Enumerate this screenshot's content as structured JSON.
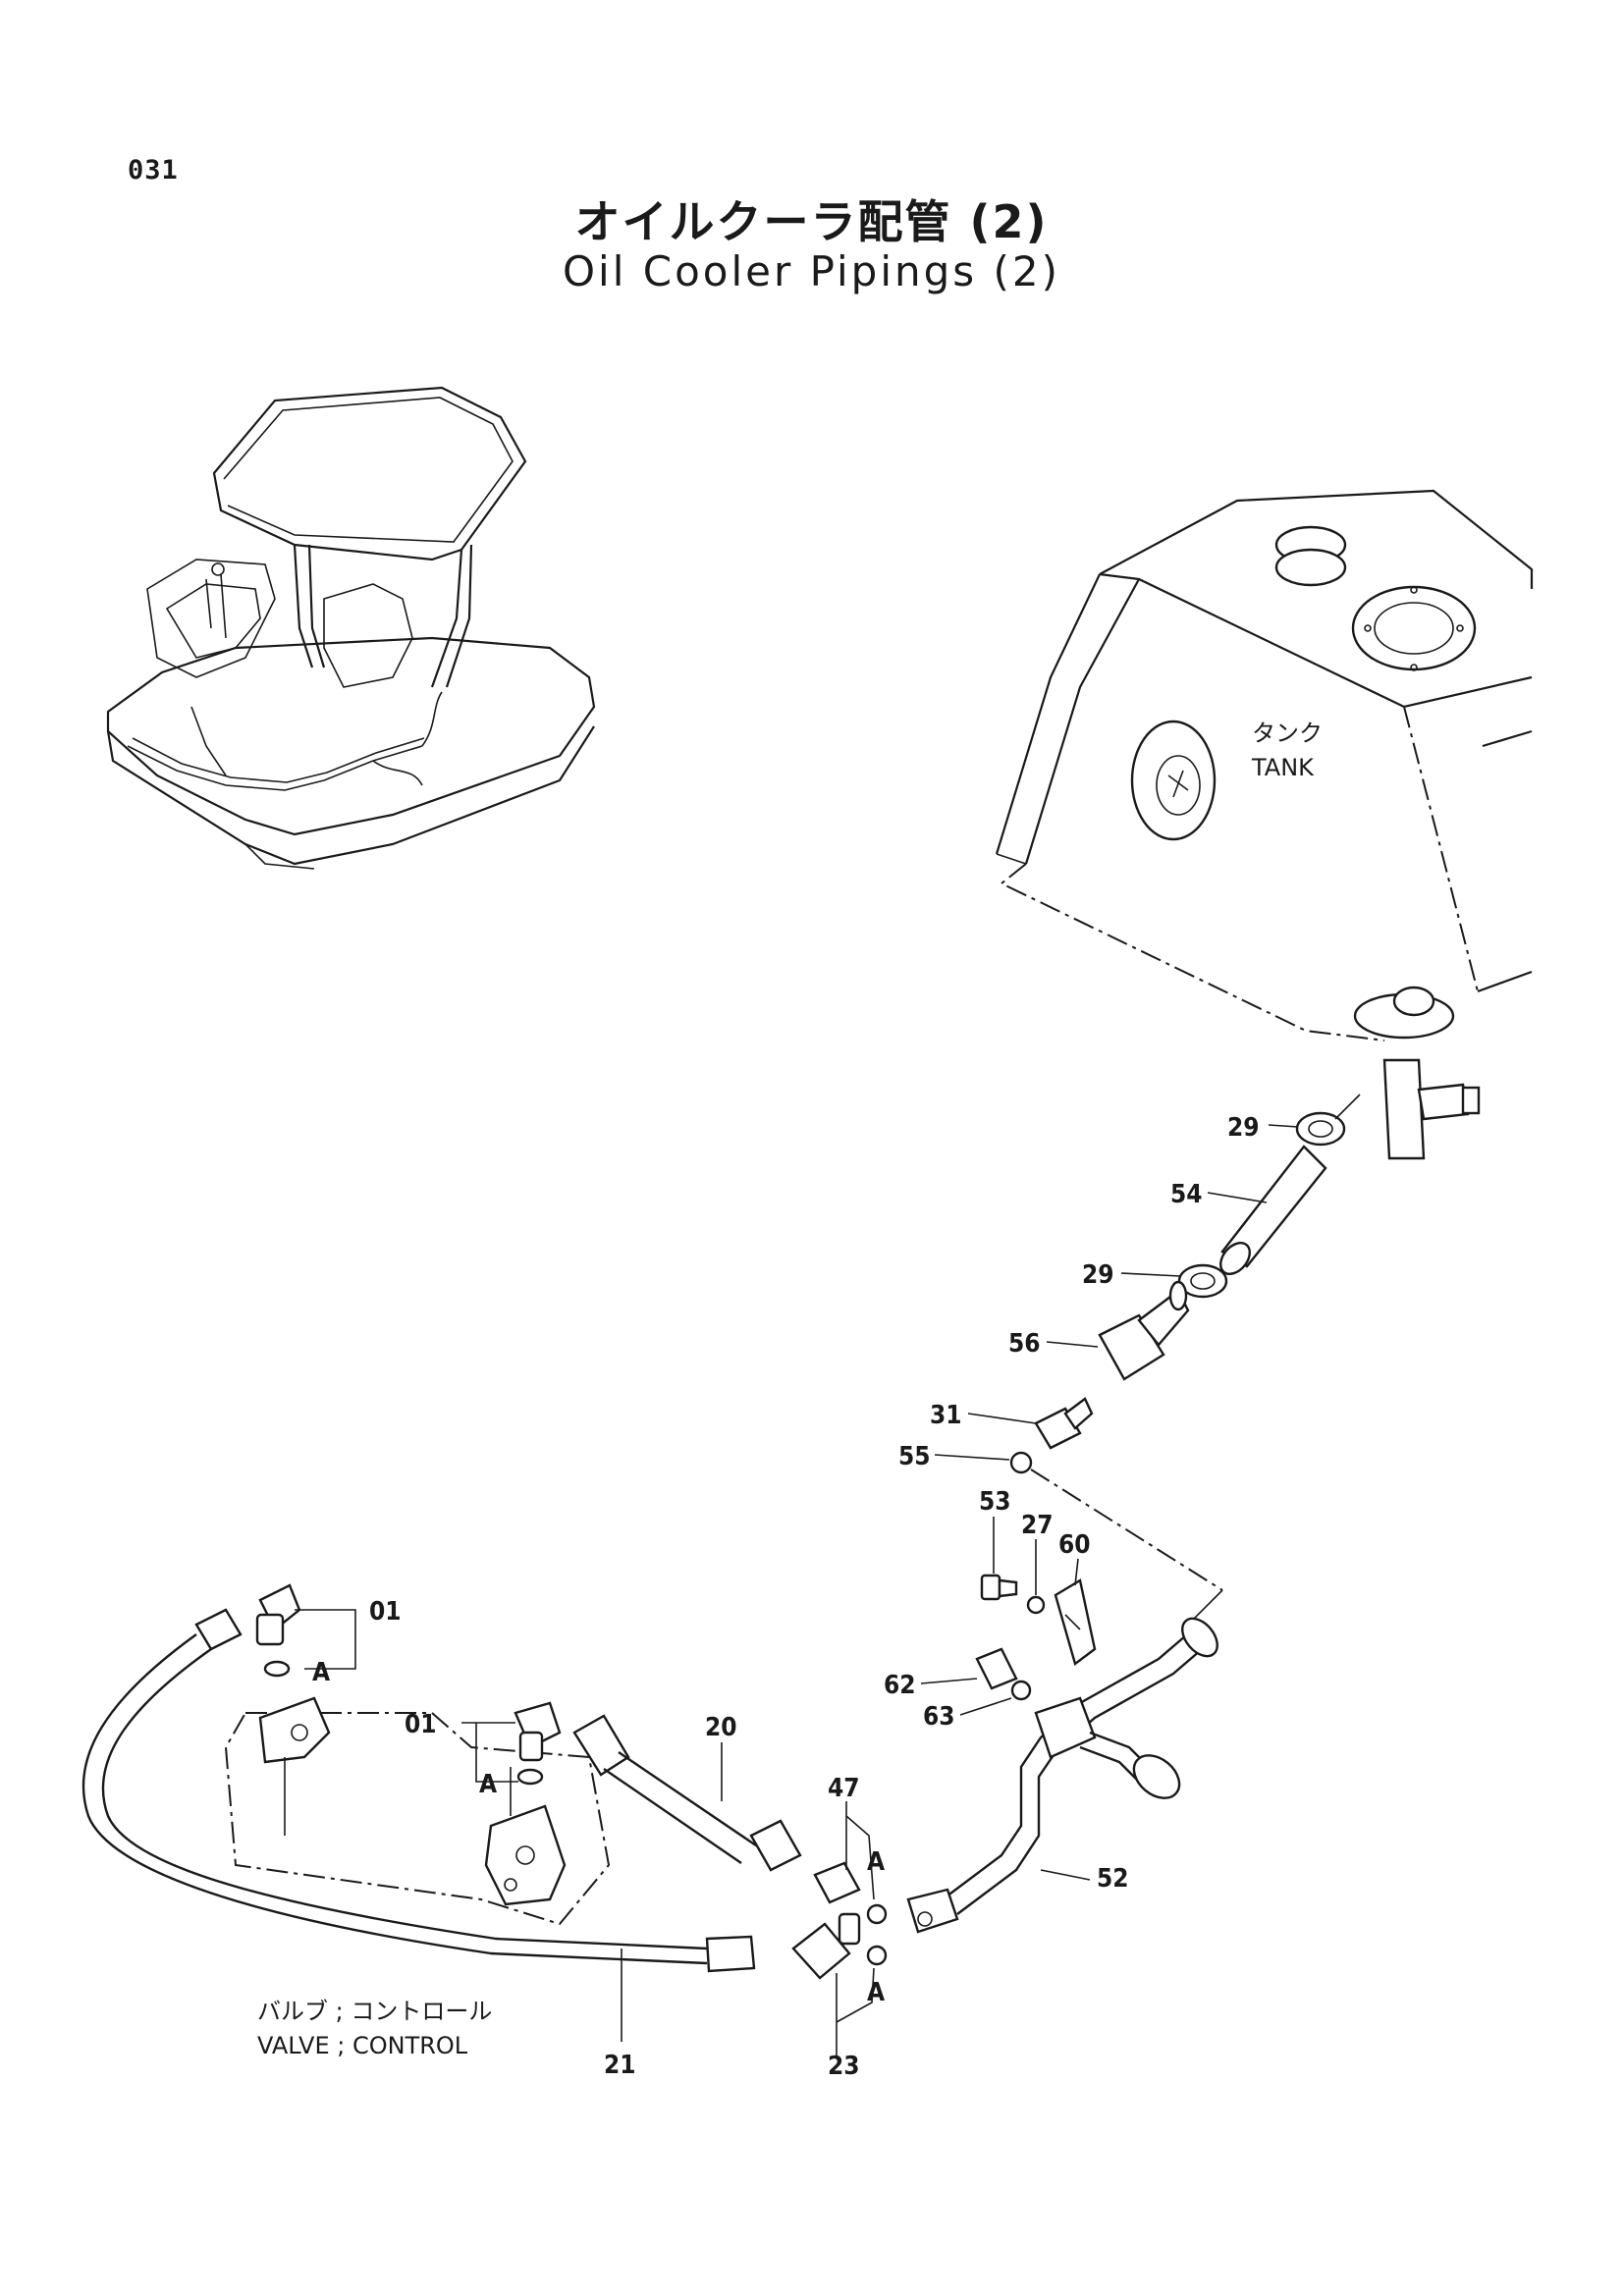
{
  "header": {
    "page_number": "031",
    "title_jp": "オイルクーラ配管 (2)",
    "title_en": "Oil Cooler Pipings (2)"
  },
  "captions": {
    "tank_jp": "タンク",
    "tank_en": "TANK",
    "valve_jp": "バルブ ; コントロール",
    "valve_en": "VALVE ; CONTROL"
  },
  "callouts": {
    "c29a": "29",
    "c54": "54",
    "c29b": "29",
    "c56": "56",
    "c31": "31",
    "c55": "55",
    "c53": "53",
    "c27": "27",
    "c60": "60",
    "c01a": "01",
    "cAa": "A",
    "c62": "62",
    "c63": "63",
    "c01b": "01",
    "cAb": "A",
    "c20": "20",
    "c47": "47",
    "cAc": "A",
    "c52": "52",
    "cAd": "A",
    "c21": "21",
    "c23": "23"
  }
}
